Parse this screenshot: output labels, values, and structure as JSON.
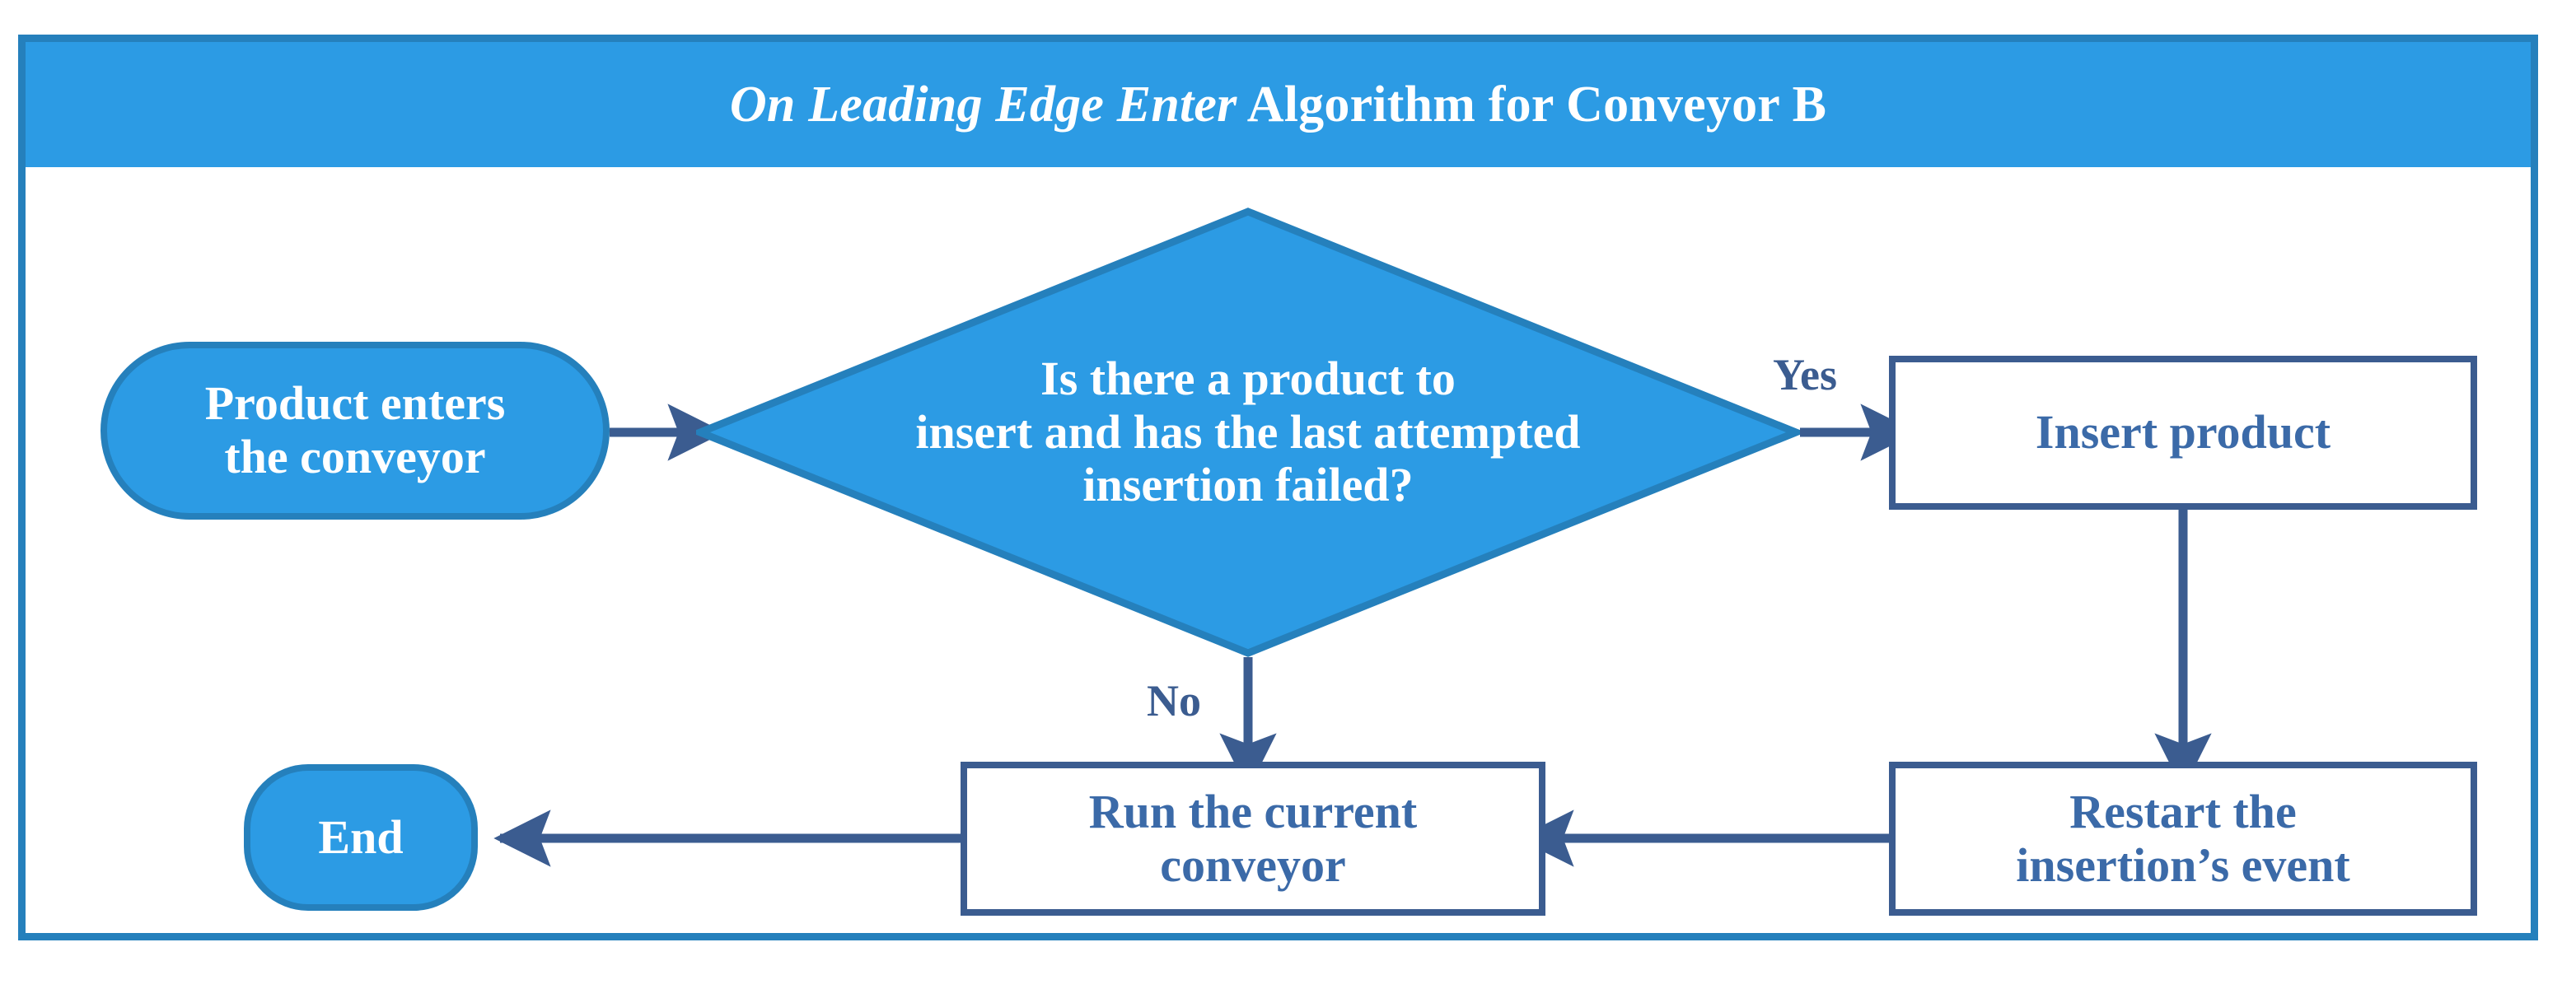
{
  "diagram": {
    "title": {
      "emphasis": "On Leading Edge Enter",
      "rest": " Algorithm for Conveyor B",
      "full": "On Leading Edge Enter Algorithm for Conveyor B"
    },
    "colors": {
      "frame_border": "#2580BC",
      "title_bar_fill": "#2C9BE4",
      "terminator_fill": "#2C9BE4",
      "terminator_border": "#2580BC",
      "decision_fill": "#2C9BE4",
      "decision_border": "#2580BC",
      "process_fill": "#FFFFFF",
      "process_border": "#3B5C90",
      "process_text": "#3B6AA8",
      "connector": "#3B5C90",
      "shape_text_light": "#FFFFFF"
    },
    "nodes": [
      {
        "id": "start",
        "type": "terminator",
        "label": "Product enters\nthe conveyor"
      },
      {
        "id": "decision",
        "type": "decision",
        "label": "Is there a product to\ninsert and has the last attempted\ninsertion failed?"
      },
      {
        "id": "insert_product",
        "type": "process",
        "label": "Insert product"
      },
      {
        "id": "restart_event",
        "type": "process",
        "label": "Restart the\ninsertion’s event"
      },
      {
        "id": "run_conveyor",
        "type": "process",
        "label": "Run the current\nconveyor"
      },
      {
        "id": "end",
        "type": "terminator",
        "label": "End"
      }
    ],
    "edges": [
      {
        "from": "start",
        "to": "decision",
        "label": ""
      },
      {
        "from": "decision",
        "to": "insert_product",
        "label": "Yes"
      },
      {
        "from": "decision",
        "to": "run_conveyor",
        "label": "No"
      },
      {
        "from": "insert_product",
        "to": "restart_event",
        "label": ""
      },
      {
        "from": "restart_event",
        "to": "run_conveyor",
        "label": ""
      },
      {
        "from": "run_conveyor",
        "to": "end",
        "label": ""
      }
    ]
  }
}
